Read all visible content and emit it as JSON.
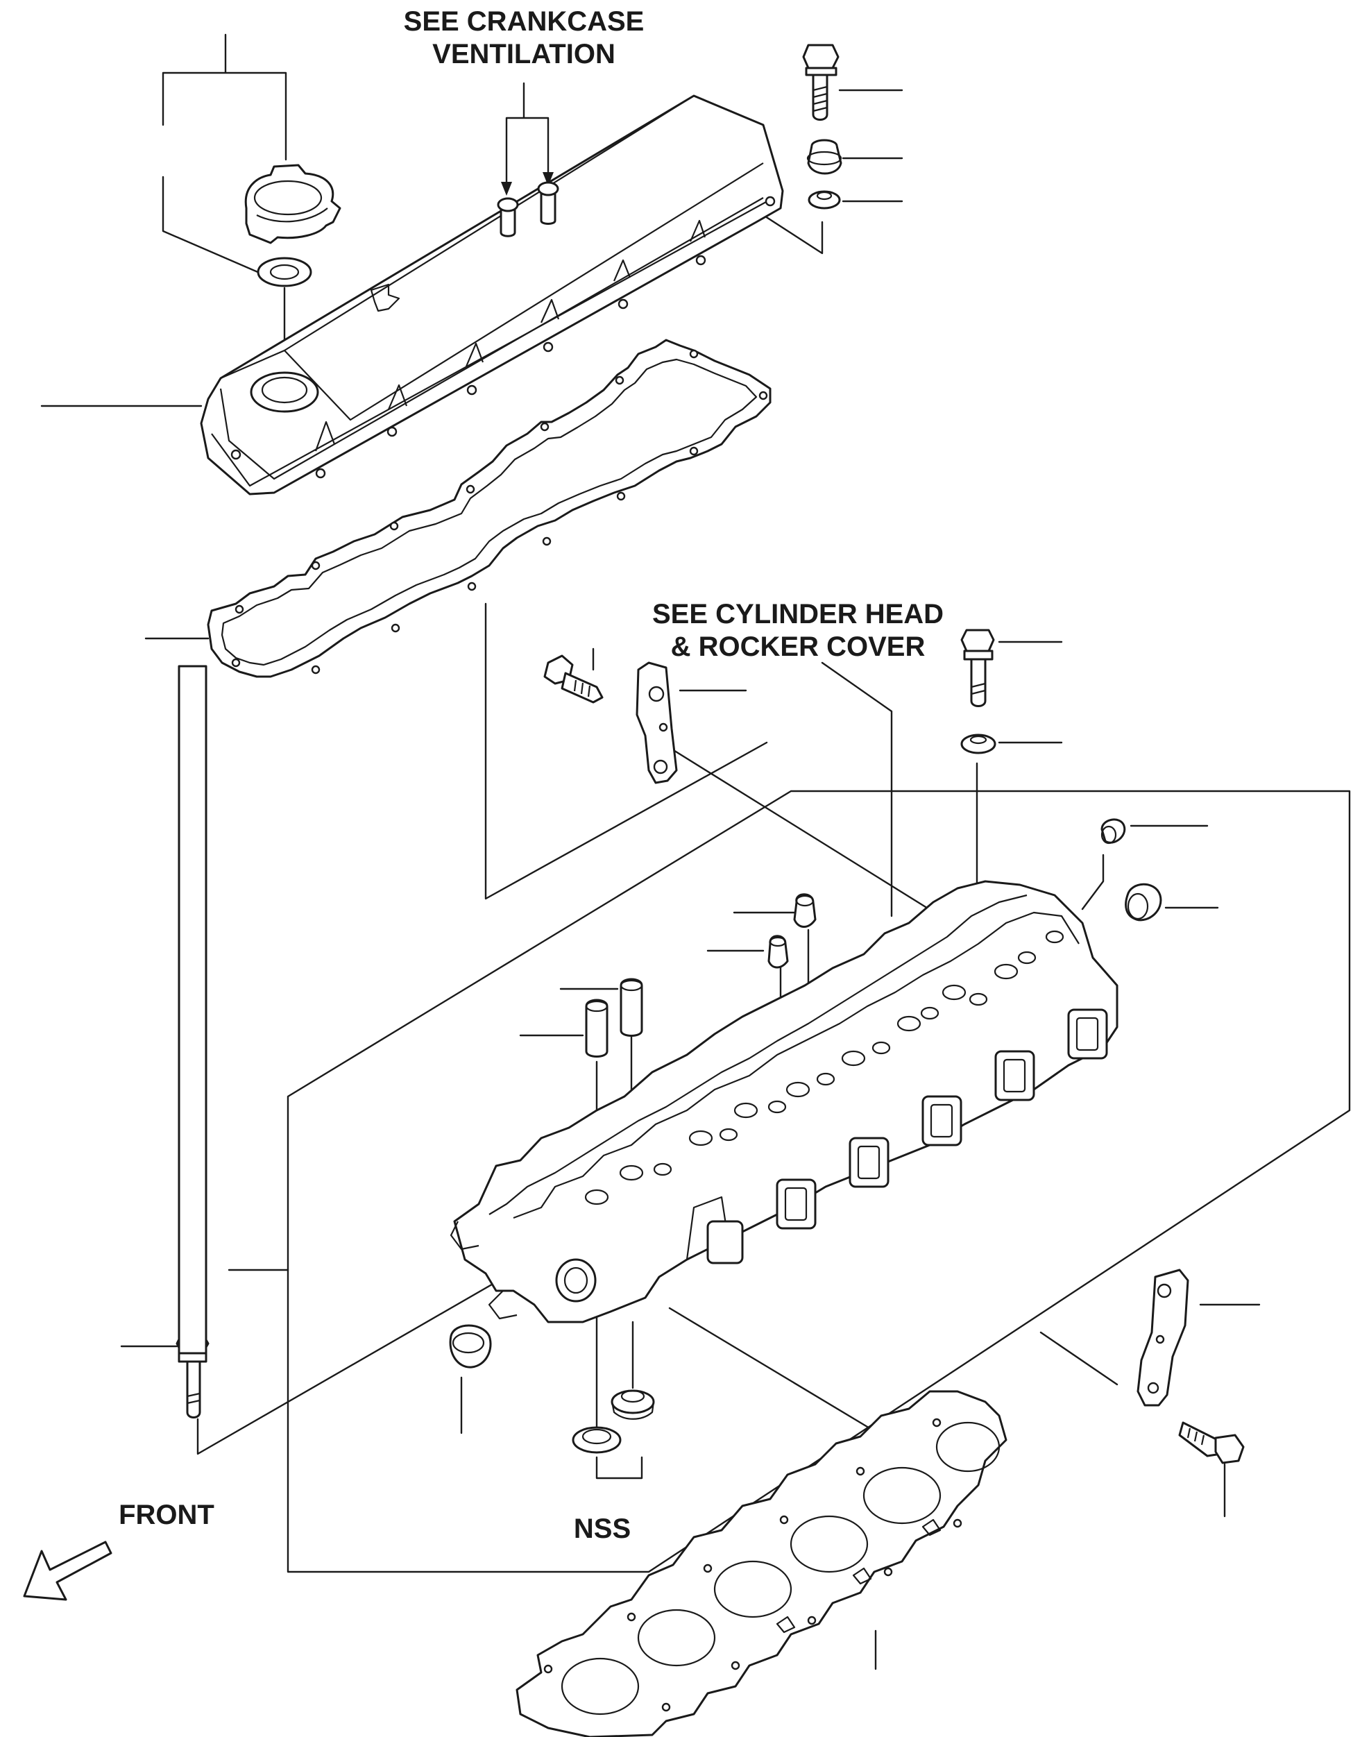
{
  "diagram": {
    "labels": {
      "crankcase_ventilation": "SEE CRANKCASE\nVENTILATION",
      "cylinder_head_rocker": "SEE CYLINDER HEAD\n& ROCKER COVER",
      "nss": "NSS",
      "front": "FRONT"
    },
    "parts": [
      "oil-filler-cap",
      "cap-seal",
      "rocker-cover",
      "rocker-cover-gasket",
      "pcv-valve",
      "cover-bolt",
      "grommet",
      "washer",
      "lifting-bracket-rear",
      "bracket-bolt-rear",
      "cylinder-head",
      "valve-guide",
      "camshaft-plug",
      "expansion-plug",
      "head-bolt",
      "head-bolt-washer",
      "cylinder-head-gasket",
      "lifting-bracket-front",
      "bracket-bolt-front",
      "head-bolt-front",
      "expansion-plug-front",
      "nss-seals"
    ],
    "line_color": "#1a1a1a",
    "background": "#ffffff"
  }
}
